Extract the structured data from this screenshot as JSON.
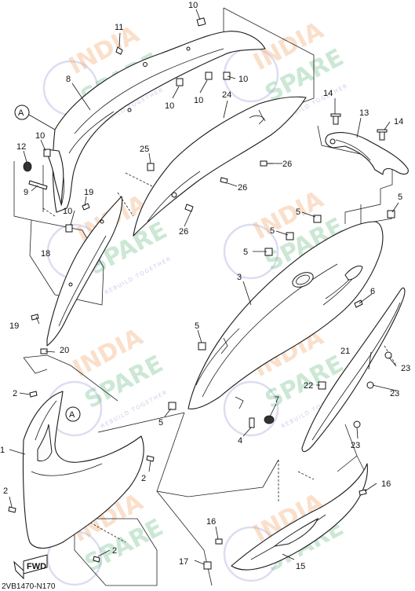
{
  "diagram": {
    "code": "2VB1470-N170",
    "fwd_label": "FWD",
    "marker_a": "A"
  },
  "watermark": {
    "line1": "INDIA",
    "line2": "SPARE",
    "tagline": "REBUILD TOGETHER"
  },
  "callouts": [
    {
      "id": "c10-top",
      "label": "10"
    },
    {
      "id": "c11",
      "label": "11"
    },
    {
      "id": "c8",
      "label": "8"
    },
    {
      "id": "c10-r1",
      "label": "10"
    },
    {
      "id": "c10-m1",
      "label": "10"
    },
    {
      "id": "c10-m2",
      "label": "10"
    },
    {
      "id": "c24",
      "label": "24"
    },
    {
      "id": "c14-a",
      "label": "14"
    },
    {
      "id": "c13",
      "label": "13"
    },
    {
      "id": "c14-b",
      "label": "14"
    },
    {
      "id": "c10-l1",
      "label": "10"
    },
    {
      "id": "c12",
      "label": "12"
    },
    {
      "id": "c9",
      "label": "9"
    },
    {
      "id": "c25",
      "label": "25"
    },
    {
      "id": "c26-a",
      "label": "26"
    },
    {
      "id": "c26-b",
      "label": "26"
    },
    {
      "id": "c19-a",
      "label": "19"
    },
    {
      "id": "c10-l2",
      "label": "10"
    },
    {
      "id": "c26-c",
      "label": "26"
    },
    {
      "id": "c5-r",
      "label": "5"
    },
    {
      "id": "c5-a",
      "label": "5"
    },
    {
      "id": "c5-b",
      "label": "5"
    },
    {
      "id": "c5-c",
      "label": "5"
    },
    {
      "id": "c18",
      "label": "18"
    },
    {
      "id": "c3",
      "label": "3"
    },
    {
      "id": "c6",
      "label": "6"
    },
    {
      "id": "c19-b",
      "label": "19"
    },
    {
      "id": "c5-d",
      "label": "5"
    },
    {
      "id": "c20",
      "label": "20"
    },
    {
      "id": "c21",
      "label": "21"
    },
    {
      "id": "c23-a",
      "label": "23"
    },
    {
      "id": "c22",
      "label": "22"
    },
    {
      "id": "c23-b",
      "label": "23"
    },
    {
      "id": "c2-a",
      "label": "2"
    },
    {
      "id": "c7",
      "label": "7"
    },
    {
      "id": "c5-e",
      "label": "5"
    },
    {
      "id": "c4",
      "label": "4"
    },
    {
      "id": "c23-c",
      "label": "23"
    },
    {
      "id": "c1",
      "label": "1"
    },
    {
      "id": "c2-b",
      "label": "2"
    },
    {
      "id": "c16-a",
      "label": "16"
    },
    {
      "id": "c2-c",
      "label": "2"
    },
    {
      "id": "c16-b",
      "label": "16"
    },
    {
      "id": "c2-d",
      "label": "2"
    },
    {
      "id": "c17",
      "label": "17"
    },
    {
      "id": "c15",
      "label": "15"
    }
  ]
}
